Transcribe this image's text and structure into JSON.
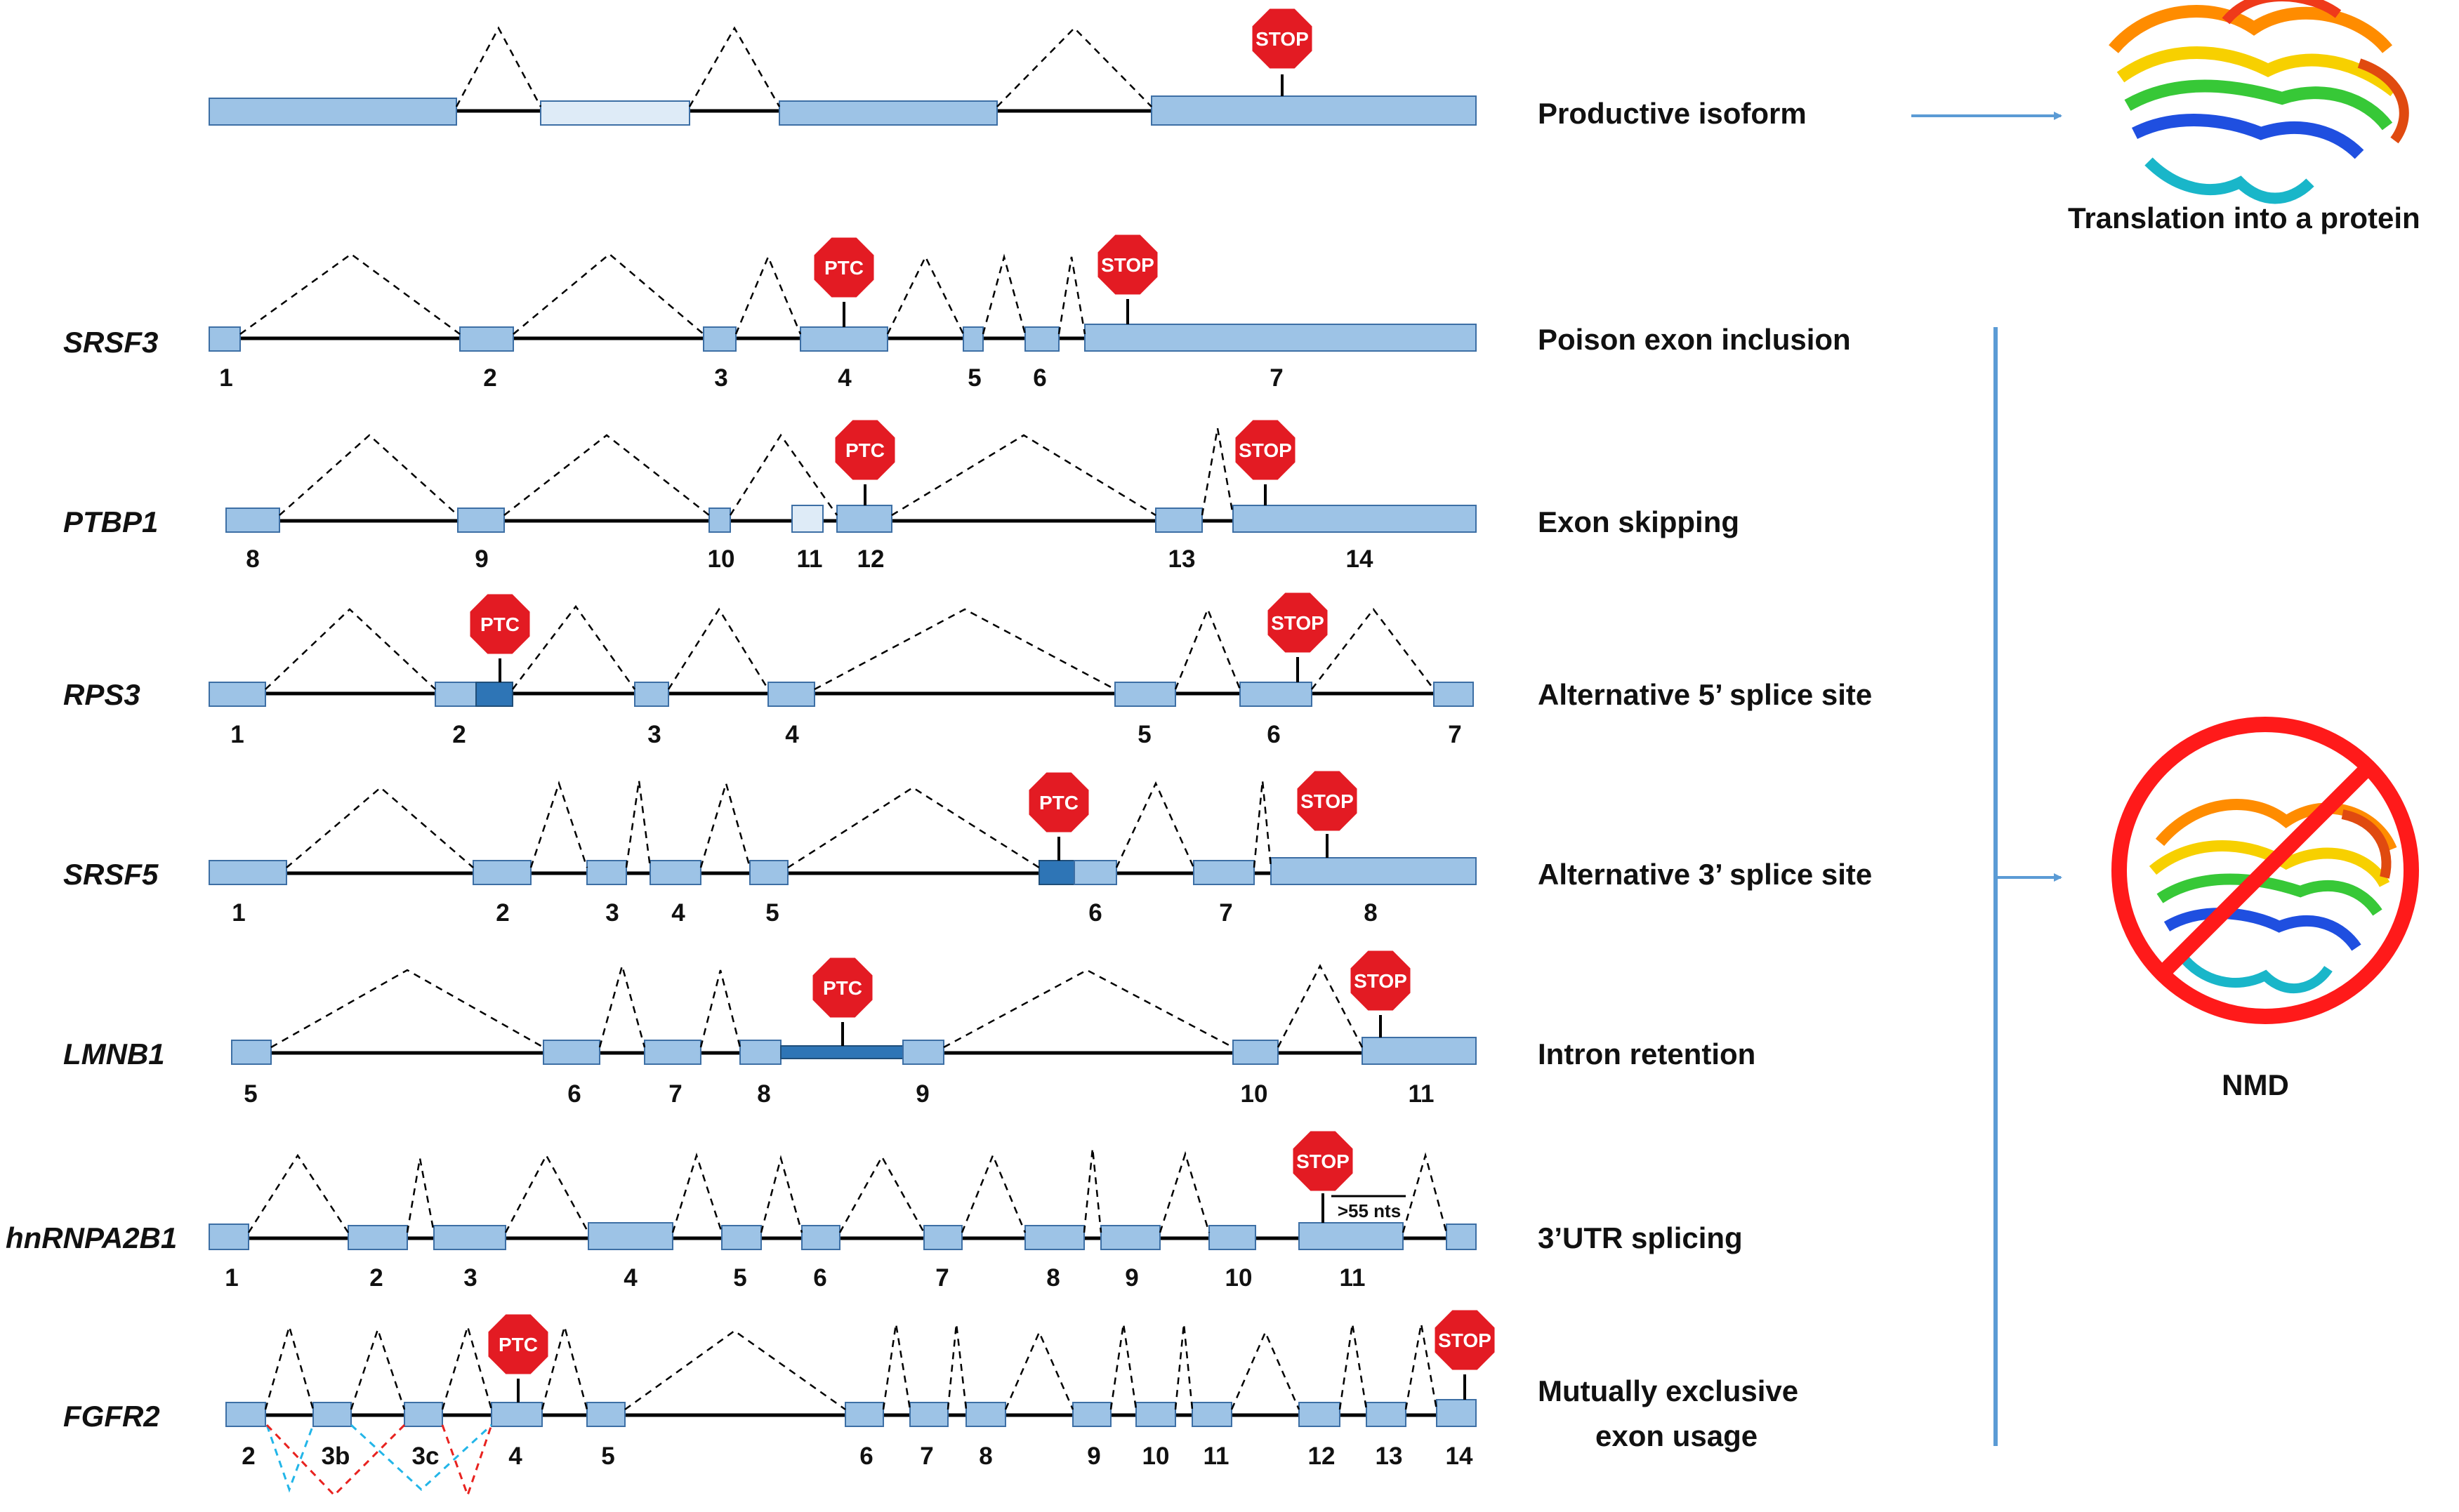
{
  "colors": {
    "exon": "#9dc3e6",
    "exon_stroke": "#3d6fa5",
    "exon_light": "#deebf7",
    "exon_dark": "#2e75b6",
    "intron": "#000000",
    "sign": "#e31b23",
    "arrow": "#5b9bd5",
    "ban": "#ff1a1a",
    "dash_blue": "#22b5e8",
    "dash_red": "#e8221f"
  },
  "signs": {
    "stop": "STOP",
    "ptc": "PTC"
  },
  "productive": {
    "label": "Productive isoform",
    "outcome_label": "Translation into a protein",
    "protein_icon": "protein-ribbon-icon"
  },
  "nmd": {
    "label": "NMD",
    "icon": "prohibited-protein-icon"
  },
  "genes": [
    {
      "name": "SRSF3",
      "label": "Poison exon inclusion",
      "exon_labels": [
        "1",
        "2",
        "3",
        "4",
        "5",
        "6",
        "7"
      ]
    },
    {
      "name": "PTBP1",
      "label": "Exon skipping",
      "exon_labels": [
        "8",
        "9",
        "10",
        "11",
        "12",
        "13",
        "14"
      ]
    },
    {
      "name": "RPS3",
      "label": "Alternative 5’ splice site",
      "exon_labels": [
        "1",
        "2",
        "3",
        "4",
        "5",
        "6",
        "7"
      ]
    },
    {
      "name": "SRSF5",
      "label": "Alternative 3’ splice site",
      "exon_labels": [
        "1",
        "2",
        "3",
        "4",
        "5",
        "6",
        "7",
        "8"
      ]
    },
    {
      "name": "LMNB1",
      "label": "Intron retention",
      "exon_labels": [
        "5",
        "6",
        "7",
        "8",
        "9",
        "10",
        "11"
      ]
    },
    {
      "name": "hnRNPA2B1",
      "label": "3’UTR splicing",
      "exon_labels": [
        "1",
        "2",
        "3",
        "4",
        "5",
        "6",
        "7",
        "8",
        "9",
        "10",
        "11"
      ],
      "annotation": ">55 nts"
    },
    {
      "name": "FGFR2",
      "label_line1": "Mutually exclusive",
      "label_line2": "exon usage",
      "exon_labels": [
        "2",
        "3b",
        "3c",
        "4",
        "5",
        "6",
        "7",
        "8",
        "9",
        "10",
        "11",
        "12",
        "13",
        "14"
      ]
    }
  ]
}
